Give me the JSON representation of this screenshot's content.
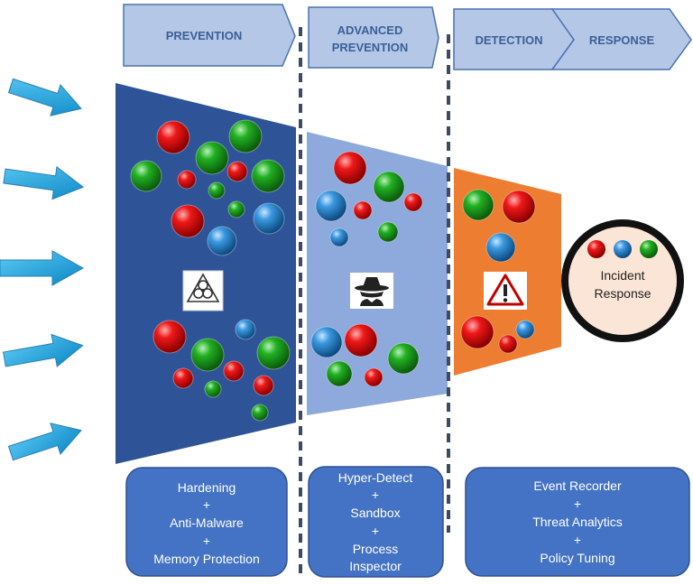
{
  "stages": {
    "prevention": "PREVENTION",
    "advanced_prevention": [
      "ADVANCED",
      "PREVENTION"
    ],
    "detection": "DETECTION",
    "response": "RESPONSE"
  },
  "boxes": {
    "prevention": [
      "Hardening",
      "+",
      "Anti-Malware",
      "+",
      "Memory Protection"
    ],
    "advanced": [
      "Hyper-Detect",
      "+",
      "Sandbox",
      "+",
      "Process",
      "Inspector"
    ],
    "detection": [
      "Event Recorder",
      "+",
      "Threat Analytics",
      "+",
      "Policy Tuning"
    ]
  },
  "incident_response": [
    "Incident",
    "Response"
  ],
  "icons": [
    "arrow-icon",
    "biohazard-icon",
    "spy-icon",
    "warning-icon"
  ],
  "colors": {
    "funnel_prevention": "#2e5497",
    "funnel_advanced": "#8ea9db",
    "funnel_detection": "#ed7d31",
    "header_fill": "#b4c7e7",
    "header_stroke": "#4a72b0",
    "box_fill": "#4472c4",
    "ball_red": "#e00000",
    "ball_green": "#1aa01a",
    "ball_blue": "#2f8fd8",
    "arrow": "#1fa6e0"
  }
}
